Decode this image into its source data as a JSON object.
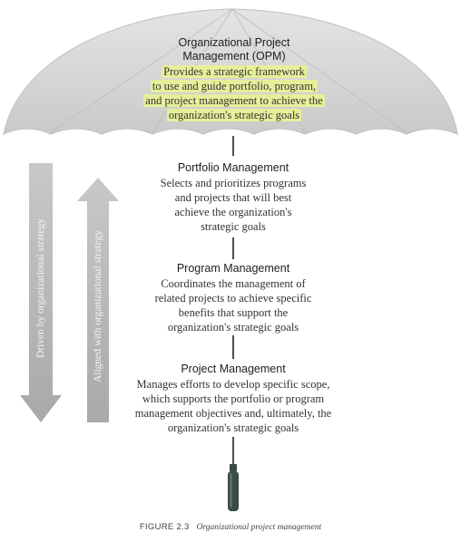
{
  "opm": {
    "title_line1": "Organizational Project",
    "title_line2": "Management (OPM)",
    "desc_lines": [
      "Provides a strategic framework",
      "to use and guide portfolio, program,",
      "and project management to achieve the",
      "organization's strategic goals"
    ]
  },
  "portfolio": {
    "title": "Portfolio Management",
    "desc_lines": [
      "Selects and prioritizes programs",
      "and projects that will best",
      "achieve the organization's",
      "strategic goals"
    ]
  },
  "program": {
    "title": "Program Management",
    "desc_lines": [
      "Coordinates the management of",
      "related projects to achieve specific",
      "benefits that support the",
      "organization's strategic goals"
    ]
  },
  "project": {
    "title": "Project Management",
    "desc_lines": [
      "Manages efforts to develop specific scope,",
      "which supports the portfolio or program",
      "management objectives and, ultimately, the",
      "organization's strategic goals"
    ]
  },
  "arrows": {
    "down_label": "Driven by organizational strategy",
    "up_label": "Aligned with organizational strategy"
  },
  "caption": {
    "number": "FIGURE 2.3",
    "text": "Organizational project management"
  },
  "colors": {
    "umbrella": "#d3d3d3",
    "arrow": "#b8b8b8",
    "highlight": "#e6ef9a",
    "handle": "#3a4a44"
  }
}
